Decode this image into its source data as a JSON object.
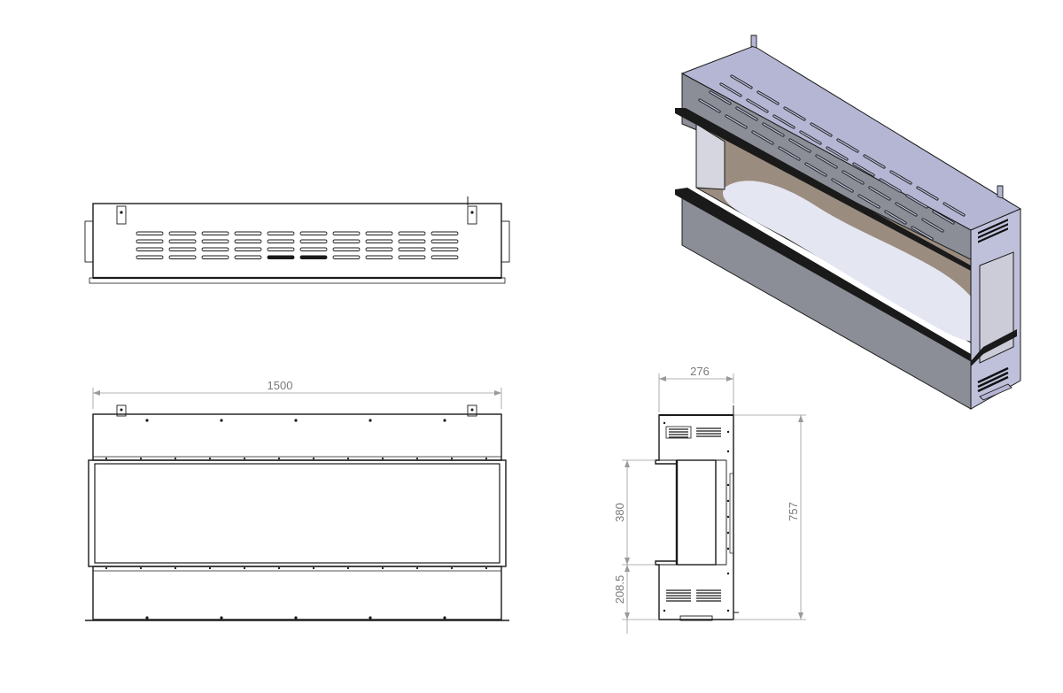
{
  "dimensions": {
    "width": "1500",
    "depth": "276",
    "opening_height": "380",
    "bottom_height": "208.5",
    "total_height": "757"
  },
  "colors": {
    "line": "#1a1a1a",
    "dimension": "#7a7a7a",
    "body_gray": "#8b8e96",
    "top_lilac": "#b5b6d4",
    "interior": "#9b8c80",
    "log_white": "#e4e6f2"
  }
}
